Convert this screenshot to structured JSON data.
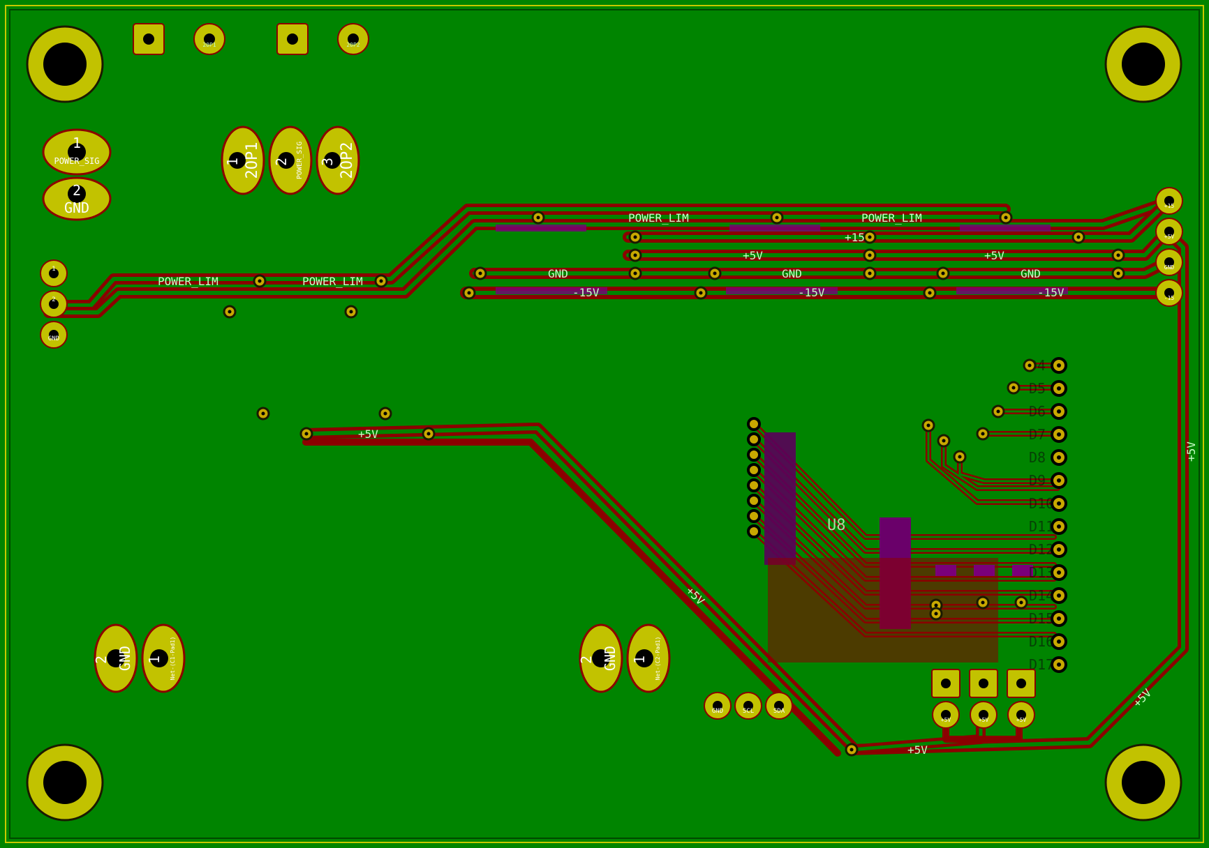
{
  "colors": {
    "board": "#008400",
    "copper_trace": "#8b0000",
    "pad": "#c2c200",
    "hole": "#000000",
    "via": "#c8a800",
    "silk": "#c8ffc8",
    "smd": "#7a007a",
    "outline": "#c8c800"
  },
  "trace_labels": {
    "power_lim_1": "POWER_LIM",
    "power_lim_2": "POWER_LIM",
    "power_lim_3": "POWER_LIM",
    "power_lim_4": "POWER_LIM",
    "p15": "+15",
    "p5_a": "+5V",
    "p5_b": "+5V",
    "gnd_a": "GND",
    "gnd_b": "GND",
    "gnd_c": "GND",
    "m15_a": "-15V",
    "m15_b": "-15V",
    "m15_c": "-15V",
    "p5_mid": "+5V",
    "p5_diag": "+5V",
    "p5_bottom": "+5V",
    "p5_right": "+5V",
    "p5_right_low": "+5V"
  },
  "pads": {
    "j1_1_num": "1",
    "j1_1_net": "POWER_SIG",
    "j1_2_num": "2",
    "j1_2_net": "GND",
    "rv_1_num": "1",
    "rv_1_net": "2OP1",
    "rv_2_num": "2",
    "rv_2_net": "POWER_SIG",
    "rv_3_num": "3",
    "rv_3_net": "2OP2",
    "top_a": "20P1",
    "top_b": "20P2",
    "bl_1_num": "2",
    "bl_1_net": "GND",
    "bl_2_num": "1",
    "bl_2_net": "Net-(C1-Pad1)",
    "bm_1_num": "2",
    "bm_1_net": "GND",
    "bm_2_num": "1",
    "bm_2_net": "Net-(C2-Pad1)",
    "i2c_1": "GND",
    "i2c_2": "SCL",
    "i2c_3": "SDA",
    "pwr_1": "+15",
    "pwr_2": "+5V",
    "pwr_3": "GND",
    "pwr_4": "-15",
    "bot_5v_1": "+5V",
    "bot_5v_2": "+5V",
    "bot_5v_3": "+5V",
    "left_1": "1",
    "left_2": "2",
    "left_3": "GND"
  },
  "silk": {
    "u_ref": "U8",
    "d_labels": [
      "D4",
      "D5",
      "D6",
      "D7",
      "D8",
      "D9",
      "D10",
      "D11",
      "D12",
      "D13",
      "D14",
      "D15",
      "D16",
      "D17"
    ]
  }
}
